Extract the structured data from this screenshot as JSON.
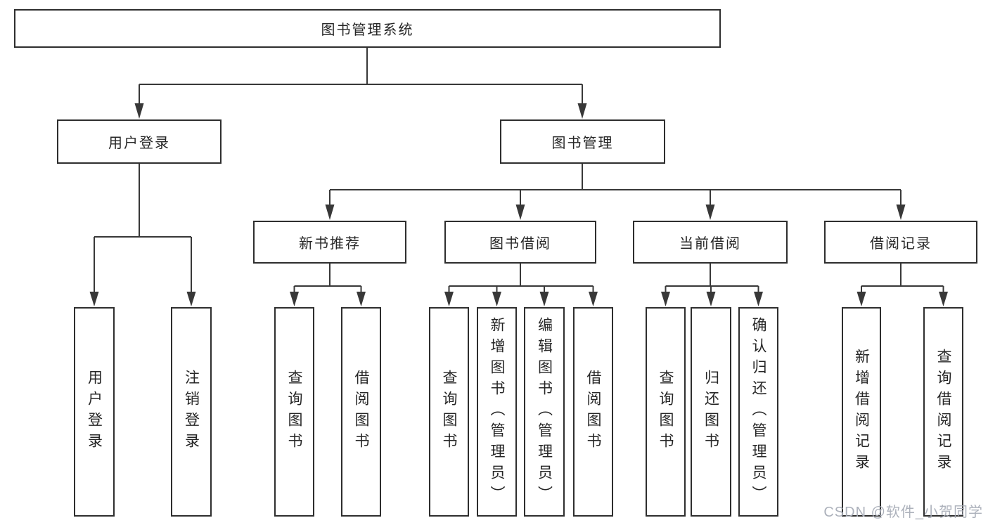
{
  "diagram": {
    "root": "图书管理系统",
    "branches": {
      "user_login": {
        "label": "用户登录",
        "leaves": [
          "用户登录",
          "注销登录"
        ]
      },
      "book_mgmt": {
        "label": "图书管理",
        "groups": [
          {
            "label": "新书推荐",
            "leaves": [
              "查询图书",
              "借阅图书"
            ]
          },
          {
            "label": "图书借阅",
            "leaves": [
              "查询图书",
              "新增图书（管理员）",
              "编辑图书（管理员）",
              "借阅图书"
            ]
          },
          {
            "label": "当前借阅",
            "leaves": [
              "查询图书",
              "归还图书",
              "确认归还（管理员）"
            ]
          },
          {
            "label": "借阅记录",
            "leaves": [
              "新增借阅记录",
              "查询借阅记录"
            ]
          }
        ]
      }
    },
    "line_color": "#383838"
  },
  "watermark": "CSDN @软件_小贺同学"
}
